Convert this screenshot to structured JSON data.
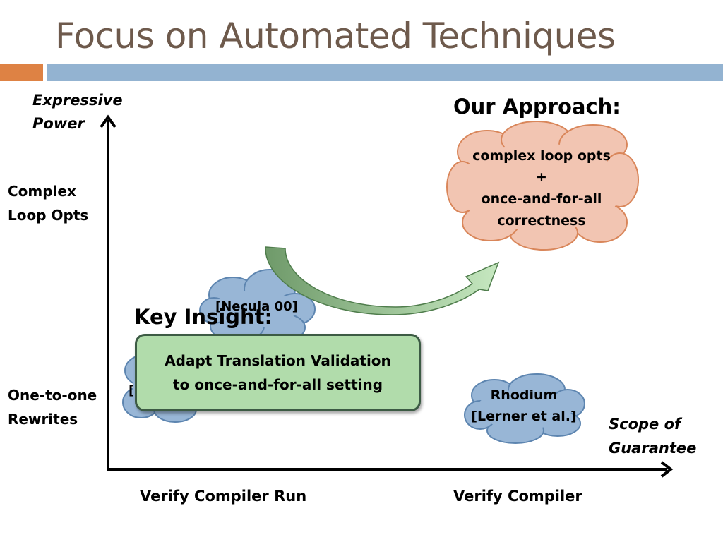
{
  "slide": {
    "title": "Focus on Automated Techniques",
    "colors": {
      "title": "#6e5a4c",
      "accent_orange": "#de8244",
      "accent_blue": "#93b3d1"
    }
  },
  "axes": {
    "y_title_line1": "Expressive",
    "y_title_line2": "Power",
    "x_title_line1": "Scope of",
    "x_title_line2": "Guarantee",
    "y_levels": [
      {
        "line1": "Complex",
        "line2": "Loop Opts"
      },
      {
        "line1": "One-to-one",
        "line2": "Rewrites"
      }
    ],
    "x_levels": [
      "Verify Compiler Run",
      "Verify Compiler"
    ]
  },
  "clouds": {
    "necula": "[Necula 00]",
    "hidden_left": "[",
    "rhodium_line1": "Rhodium",
    "rhodium_line2": "[Lerner et al.]",
    "approach_lines": [
      "complex loop opts",
      "+",
      "once-and-for-all",
      "correctness"
    ],
    "colors": {
      "blue_cloud": "#98b6d6",
      "pink_cloud": "#f2c5b2"
    }
  },
  "approach_heading": "Our Approach:",
  "key_insight": {
    "heading": "Key Insight:",
    "line1": "Adapt Translation Validation",
    "line2": "to once-and-for-all setting",
    "box_color": "#b1dcab"
  },
  "arrow_color": "#8cc089"
}
